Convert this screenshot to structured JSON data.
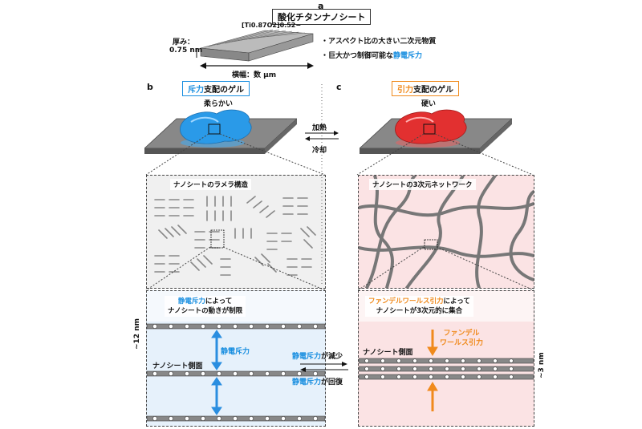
{
  "panel_a": {
    "label": "a",
    "title": "酸化チタンナノシート",
    "formula": "[Ti0.87O2]0.52−",
    "thickness_label": "厚み：",
    "thickness_value": "0.75 nm",
    "width_label": "横幅：数 μm",
    "bullet1": "・アスペクト比の大きい二次元物質",
    "bullet2_prefix": "・巨大かつ制御可能な",
    "bullet2_highlight": "静電斥力"
  },
  "panel_b": {
    "label": "b",
    "title_highlight": "斥力",
    "title_rest": "支配のゲル",
    "property": "柔らかい",
    "lamellar_label": "ナノシートのラメラ構造",
    "explain_highlight": "静電斥力",
    "explain_rest1": "によって",
    "explain_line2": "ナノシートの動きが制限",
    "force_label": "静電斥力",
    "spacing": "~12 nm",
    "side_label": "ナノシート側面"
  },
  "panel_c": {
    "label": "c",
    "title_highlight": "引力",
    "title_rest": "支配のゲル",
    "property": "硬い",
    "network_label": "ナノシートの3次元ネットワーク",
    "explain_highlight": "ファンデルワールス引力",
    "explain_rest1": "によって",
    "explain_line2": "ナノシートが3次元的に集合",
    "force_label_line1": "ファンデル",
    "force_label_line2": "ワールス引力",
    "spacing": "~3 nm",
    "side_label": "ナノシート側面"
  },
  "center": {
    "heat": "加熱",
    "cool": "冷却",
    "decrease_highlight": "静電斥力",
    "decrease_rest": "が減少",
    "recover_highlight": "静電斥力",
    "recover_rest": "が回復"
  },
  "colors": {
    "blue": "#1a8fe0",
    "orange": "#f08a1c",
    "gel_blue": "#2a9ae8",
    "gel_red": "#e23030",
    "pink_bg": "#fbe3e4",
    "lightblue_bg": "#e6f1fb"
  }
}
